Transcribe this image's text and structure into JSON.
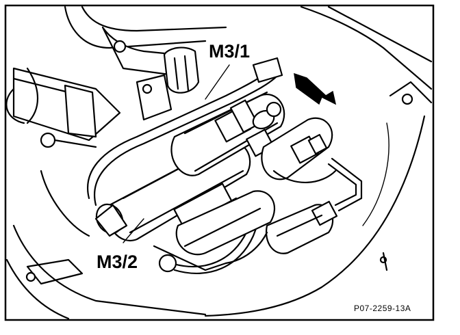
{
  "labels": {
    "pump_1": "M3/1",
    "pump_2": "M3/2"
  },
  "figure_code": "P07-2259-13A",
  "colors": {
    "ink": "#000000",
    "paper": "#ffffff"
  },
  "icons": {
    "direction_arrow": "arrow-icon"
  }
}
